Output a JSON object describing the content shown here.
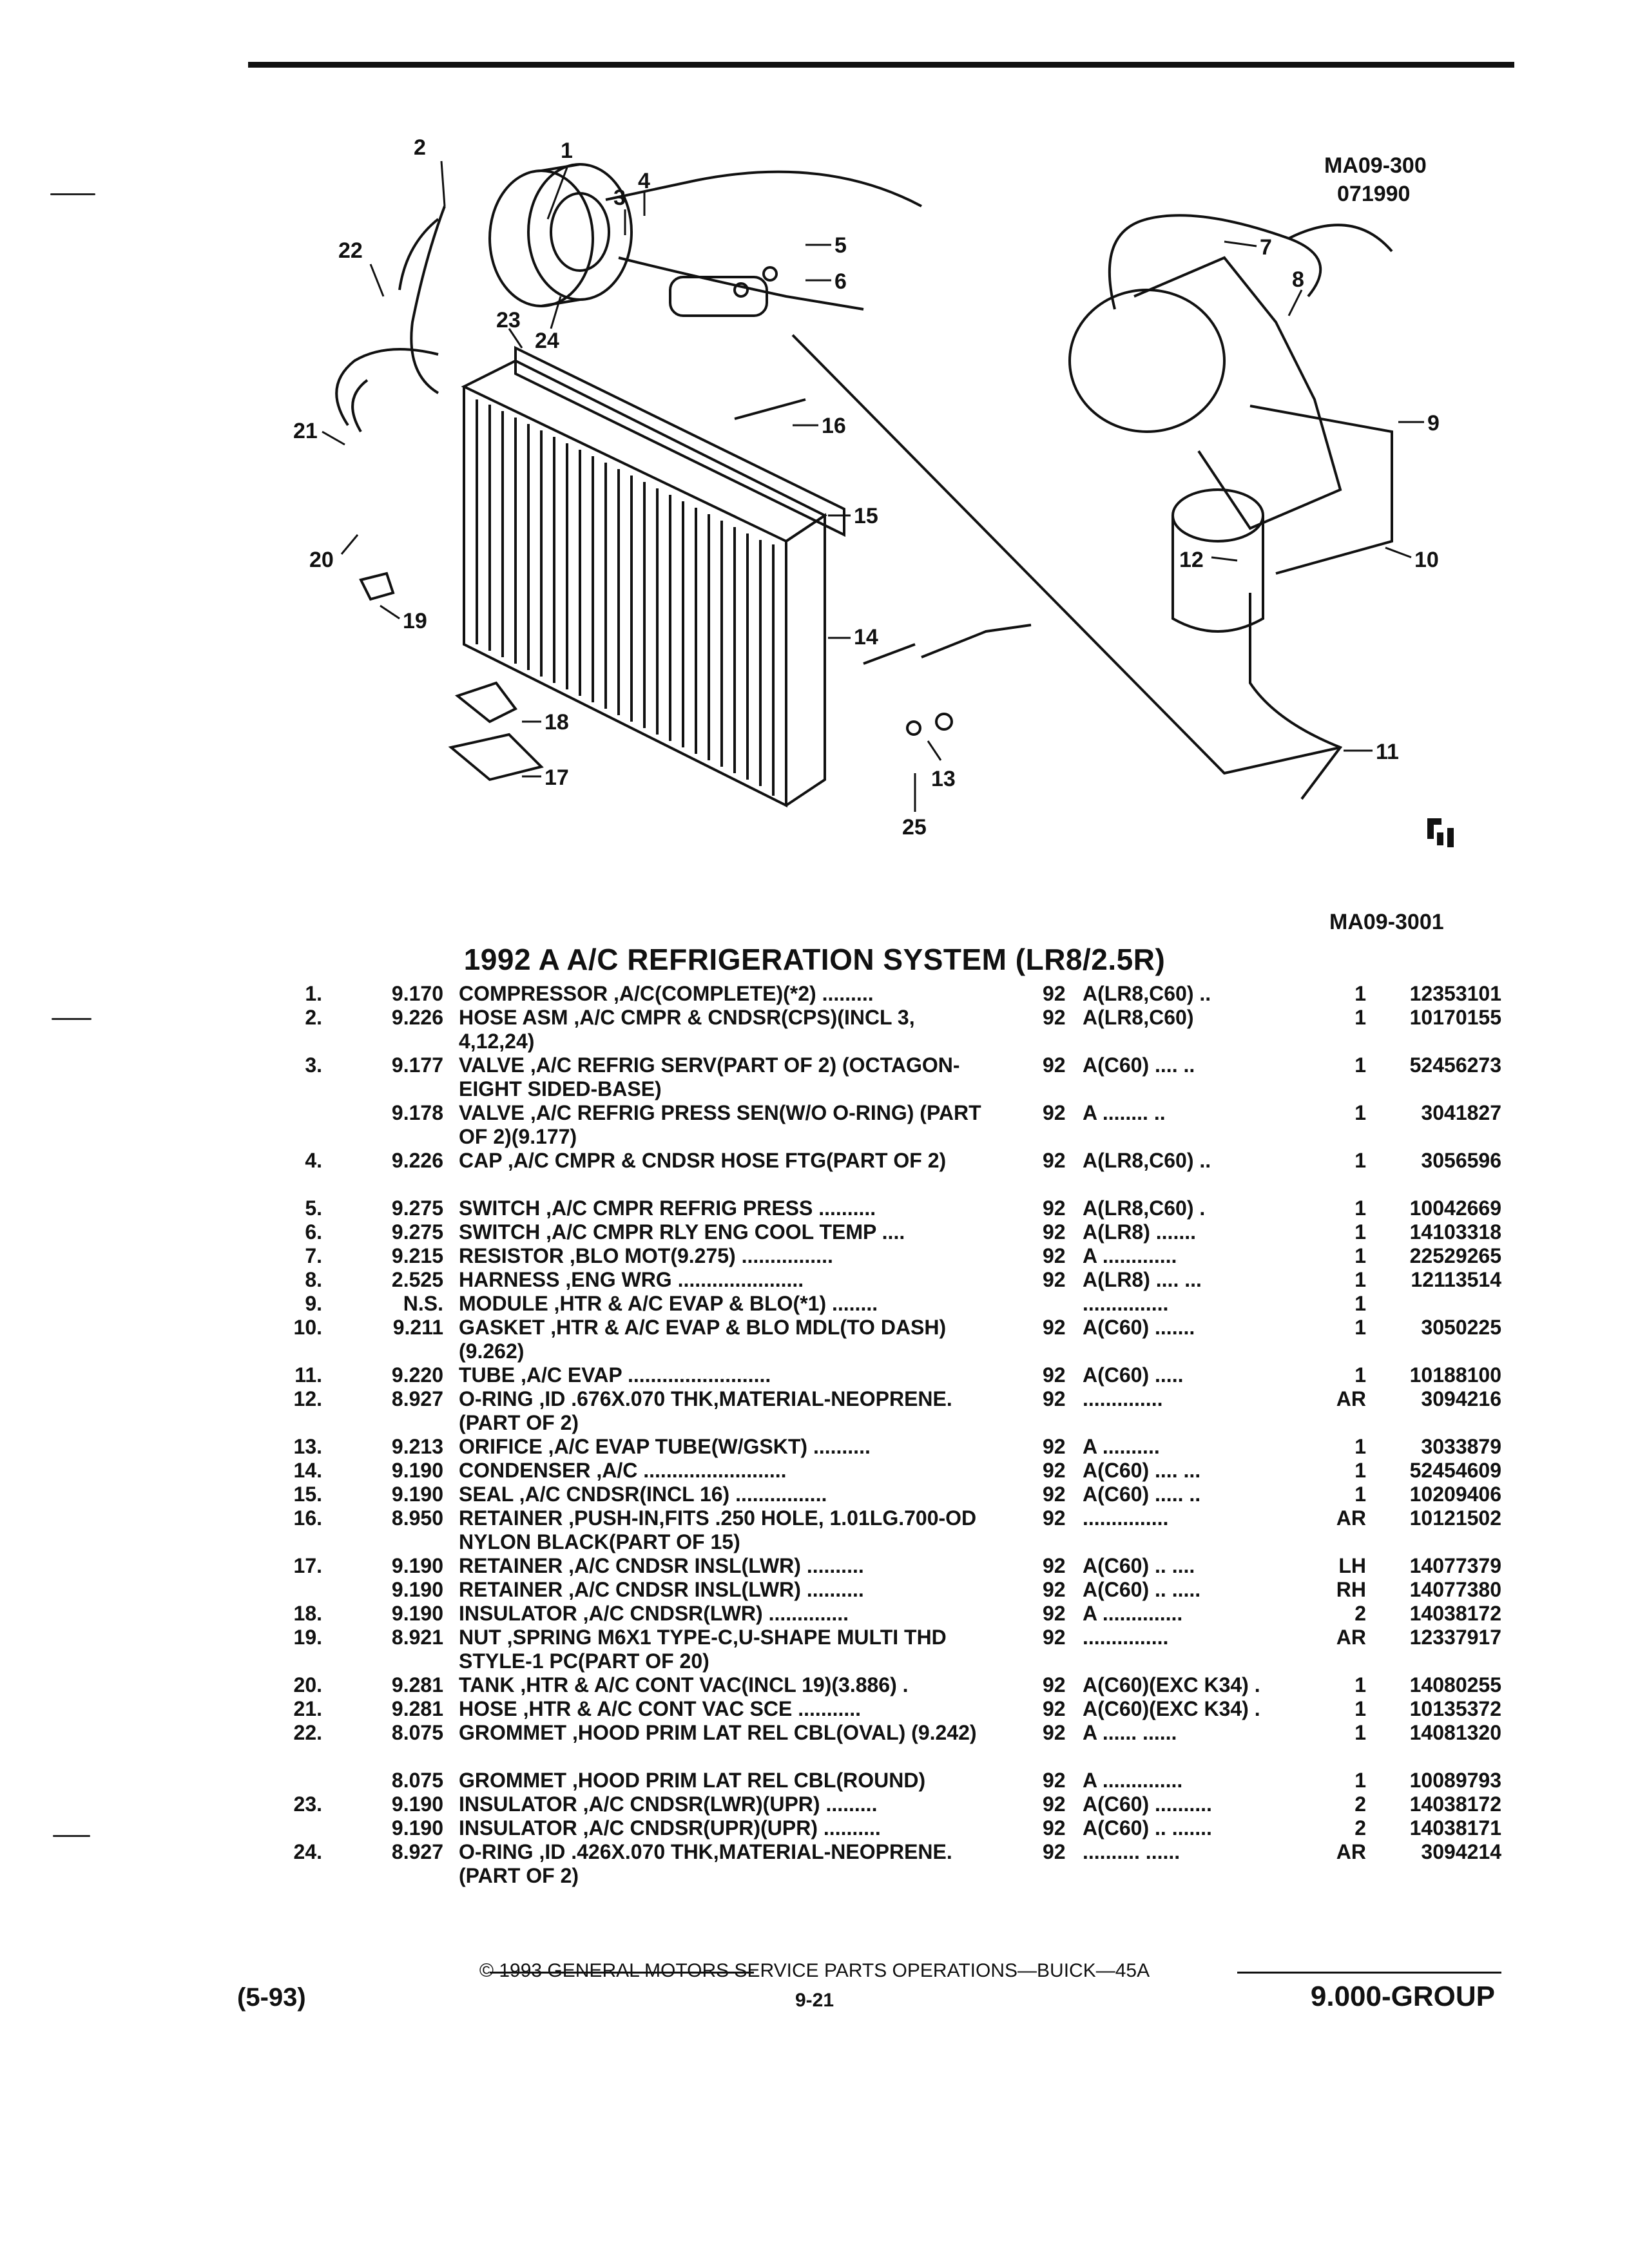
{
  "figure": {
    "id_top": "MA09-300",
    "date_code": "071990",
    "id_bottom": "MA09-3001",
    "callouts": [
      "1",
      "2",
      "3",
      "4",
      "5",
      "6",
      "7",
      "8",
      "9",
      "10",
      "11",
      "12",
      "13",
      "14",
      "15",
      "16",
      "17",
      "18",
      "19",
      "20",
      "21",
      "22",
      "23",
      "24",
      "25"
    ]
  },
  "title": "1992 A A/C REFRIGERATION SYSTEM (LR8/2.5R)",
  "parts": [
    {
      "no": "1.",
      "grp": "9.170",
      "desc": "COMPRESSOR ,A/C(COMPLETE)(*2) .........",
      "yr": "92",
      "mod": "A(LR8,C60)   ..",
      "qty": "1",
      "pn": "12353101",
      "lines": 1
    },
    {
      "no": "2.",
      "grp": "9.226",
      "desc": "HOSE ASM ,A/C CMPR & CNDSR(CPS)(INCL 3, 4,12,24)",
      "yr": "92",
      "mod": "A(LR8,C60)",
      "qty": "1",
      "pn": "10170155",
      "lines": 2
    },
    {
      "no": "3.",
      "grp": "9.177",
      "desc": "VALVE ,A/C REFRIG SERV(PART OF 2) (OCTAGON-EIGHT SIDED-BASE)",
      "yr": "92",
      "mod": "A(C60) ....  ..",
      "qty": "1",
      "pn": "52456273",
      "lines": 2
    },
    {
      "no": "",
      "grp": "9.178",
      "desc": "VALVE ,A/C REFRIG PRESS SEN(W/O O-RING) (PART OF 2)(9.177)",
      "yr": "92",
      "mod": "A ........  ..",
      "qty": "1",
      "pn": "3041827",
      "lines": 2
    },
    {
      "no": "4.",
      "grp": "9.226",
      "desc": "CAP ,A/C CMPR & CNDSR HOSE FTG(PART OF 2)",
      "yr": "92",
      "mod": "A(LR8,C60)   ..",
      "qty": "1",
      "pn": "3056596",
      "lines": 2
    },
    {
      "no": "5.",
      "grp": "9.275",
      "desc": "SWITCH ,A/C CMPR REFRIG PRESS ..........",
      "yr": "92",
      "mod": "A(LR8,C60)    .",
      "qty": "1",
      "pn": "10042669",
      "lines": 1
    },
    {
      "no": "6.",
      "grp": "9.275",
      "desc": "SWITCH ,A/C CMPR RLY ENG COOL TEMP ....",
      "yr": "92",
      "mod": "A(LR8)  .......",
      "qty": "1",
      "pn": "14103318",
      "lines": 1
    },
    {
      "no": "7.",
      "grp": "9.215",
      "desc": "RESISTOR ,BLO MOT(9.275) ................",
      "yr": "92",
      "mod": "A .............",
      "qty": "1",
      "pn": "22529265",
      "lines": 1
    },
    {
      "no": "8.",
      "grp": "2.525",
      "desc": "HARNESS ,ENG WRG ......................",
      "yr": "92",
      "mod": "A(LR8) .... ...",
      "qty": "1",
      "pn": "12113514",
      "lines": 1
    },
    {
      "no": "9.",
      "grp": "N.S.",
      "desc": "MODULE ,HTR & A/C EVAP & BLO(*1) ........",
      "yr": "",
      "mod": "...............",
      "qty": "1",
      "pn": "",
      "lines": 1
    },
    {
      "no": "10.",
      "grp": "9.211",
      "desc": "GASKET ,HTR & A/C EVAP & BLO MDL(TO DASH)(9.262)",
      "yr": "92",
      "mod": "A(C60) .......",
      "qty": "1",
      "pn": "3050225",
      "lines": 2
    },
    {
      "no": "11.",
      "grp": "9.220",
      "desc": "TUBE ,A/C EVAP .........................",
      "yr": "92",
      "mod": "A(C60) .....",
      "qty": "1",
      "pn": "10188100",
      "lines": 1
    },
    {
      "no": "12.",
      "grp": "8.927",
      "desc": "O-RING ,ID .676X.070 THK,MATERIAL-NEOPRENE.(PART OF 2)",
      "yr": "92",
      "mod": "..............",
      "qty": "AR",
      "pn": "3094216",
      "lines": 2
    },
    {
      "no": "13.",
      "grp": "9.213",
      "desc": "ORIFICE ,A/C EVAP TUBE(W/GSKT) ..........",
      "yr": "92",
      "mod": "A ..........",
      "qty": "1",
      "pn": "3033879",
      "lines": 1
    },
    {
      "no": "14.",
      "grp": "9.190",
      "desc": "CONDENSER ,A/C .........................",
      "yr": "92",
      "mod": "A(C60) .... ...",
      "qty": "1",
      "pn": "52454609",
      "lines": 1
    },
    {
      "no": "15.",
      "grp": "9.190",
      "desc": "SEAL ,A/C CNDSR(INCL 16) ................",
      "yr": "92",
      "mod": "A(C60) .....  ..",
      "qty": "1",
      "pn": "10209406",
      "lines": 1
    },
    {
      "no": "16.",
      "grp": "8.950",
      "desc": "RETAINER ,PUSH-IN,FITS .250 HOLE, 1.01LG.700-OD NYLON BLACK(PART OF 15)",
      "yr": "92",
      "mod": "...............",
      "qty": "AR",
      "pn": "10121502",
      "lines": 2
    },
    {
      "no": "17.",
      "grp": "9.190",
      "desc": "RETAINER ,A/C CNDSR INSL(LWR) ..........",
      "yr": "92",
      "mod": "A(C60) ..   ....",
      "qty": "LH",
      "pn": "14077379",
      "lines": 1
    },
    {
      "no": "",
      "grp": "9.190",
      "desc": "RETAINER ,A/C CNDSR INSL(LWR) ..........",
      "yr": "92",
      "mod": "A(C60)  .. .....",
      "qty": "RH",
      "pn": "14077380",
      "lines": 1
    },
    {
      "no": "18.",
      "grp": "9.190",
      "desc": "INSULATOR ,A/C CNDSR(LWR) ..............",
      "yr": "92",
      "mod": "A ..............",
      "qty": "2",
      "pn": "14038172",
      "lines": 1
    },
    {
      "no": "19.",
      "grp": "8.921",
      "desc": "NUT ,SPRING M6X1 TYPE-C,U-SHAPE MULTI THD STYLE-1 PC(PART OF 20)",
      "yr": "92",
      "mod": "...............",
      "qty": "AR",
      "pn": "12337917",
      "lines": 2
    },
    {
      "no": "20.",
      "grp": "9.281",
      "desc": "TANK ,HTR & A/C CONT VAC(INCL 19)(3.886) .",
      "yr": "92",
      "mod": "A(C60)(EXC K34)  .",
      "qty": "1",
      "pn": "14080255",
      "lines": 1
    },
    {
      "no": "21.",
      "grp": "9.281",
      "desc": "HOSE ,HTR & A/C CONT VAC SCE ...........",
      "yr": "92",
      "mod": "A(C60)(EXC K34)  .",
      "qty": "1",
      "pn": "10135372",
      "lines": 1
    },
    {
      "no": "22.",
      "grp": "8.075",
      "desc": "GROMMET ,HOOD PRIM LAT REL CBL(OVAL) (9.242)",
      "yr": "92",
      "mod": "A ......   ......",
      "qty": "1",
      "pn": "14081320",
      "lines": 2
    },
    {
      "no": "",
      "grp": "8.075",
      "desc": "GROMMET ,HOOD PRIM LAT REL CBL(ROUND)",
      "yr": "92",
      "mod": "A ..............",
      "qty": "1",
      "pn": "10089793",
      "lines": 1
    },
    {
      "no": "23.",
      "grp": "9.190",
      "desc": "INSULATOR ,A/C CNDSR(LWR)(UPR) .........",
      "yr": "92",
      "mod": "A(C60) ..........",
      "qty": "2",
      "pn": "14038172",
      "lines": 1
    },
    {
      "no": "",
      "grp": "9.190",
      "desc": "INSULATOR ,A/C CNDSR(UPR)(UPR) ..........",
      "yr": "92",
      "mod": "A(C60) .. .......",
      "qty": "2",
      "pn": "14038171",
      "lines": 1
    },
    {
      "no": "24.",
      "grp": "8.927",
      "desc": "O-RING ,ID .426X.070 THK,MATERIAL-NEOPRENE.(PART OF 2)",
      "yr": "92",
      "mod": "..........  ......",
      "qty": "AR",
      "pn": "3094214",
      "lines": 2
    }
  ],
  "footer": {
    "copyright": "© 1993 GENERAL MOTORS SERVICE PARTS OPERATIONS—BUICK—45A",
    "date": "(5-93)",
    "page": "9-21",
    "group": "9.000-GROUP"
  }
}
